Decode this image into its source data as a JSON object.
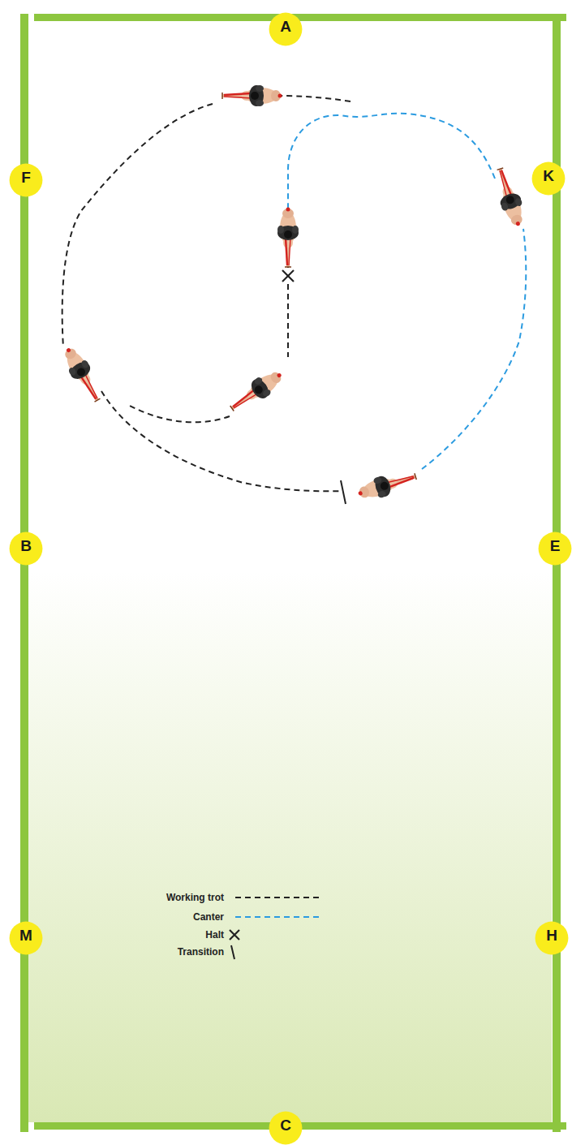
{
  "diagram": {
    "nodes": [
      {
        "text": [
          "A"
        ]
      },
      {
        "text": [
          "F"
        ]
      },
      {
        "text": [
          "K"
        ]
      },
      {
        "text": [
          "B"
        ]
      },
      {
        "text": [
          "E"
        ]
      },
      {
        "text": [
          "M"
        ]
      },
      {
        "text": [
          "H"
        ]
      },
      {
        "text": [
          "C"
        ]
      }
    ],
    "legend": [
      {
        "text": "Working trot"
      },
      {
        "text": "Canter"
      },
      {
        "text": "Halt"
      },
      {
        "text": "Transition"
      }
    ]
  }
}
